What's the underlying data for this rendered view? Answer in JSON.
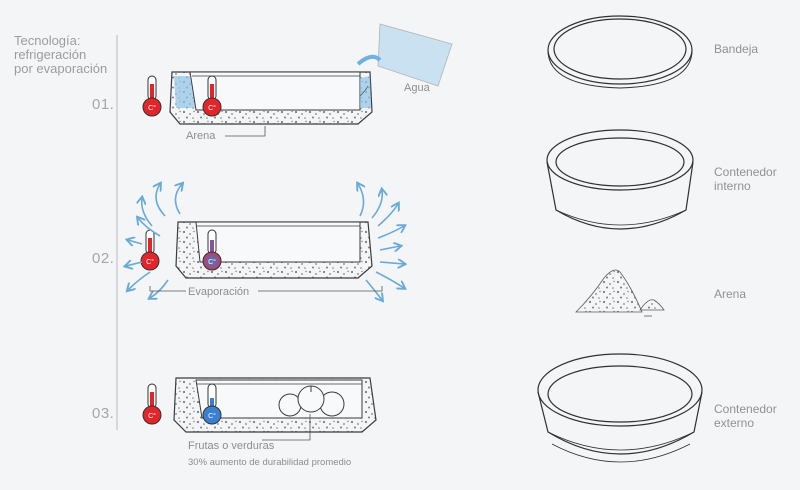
{
  "title": {
    "line1": "Tecnología:",
    "line2": "refrigeración",
    "line3": "por evaporación"
  },
  "steps": [
    {
      "number": "01.",
      "labels": {
        "water": "Agua",
        "sand": "Arena"
      }
    },
    {
      "number": "02.",
      "labels": {
        "evaporation": "Evaporación"
      }
    },
    {
      "number": "03.",
      "labels": {
        "produce": "Frutas o verduras",
        "note": "30% aumento de durabilidad promedio"
      }
    }
  ],
  "thermometer_unit": "C°",
  "parts": [
    {
      "label1": "Bandeja",
      "label2": ""
    },
    {
      "label1": "Contenedor",
      "label2": "interno"
    },
    {
      "label1": "Arena",
      "label2": ""
    },
    {
      "label1": "Contenedor",
      "label2": "externo"
    }
  ],
  "colors": {
    "hot": "#e2242b",
    "cold": "#3a7fd0",
    "water": "#6fb2e0",
    "arrow": "#6aaad8",
    "line": "#3a3c3e",
    "sand": "#7a7d80"
  }
}
